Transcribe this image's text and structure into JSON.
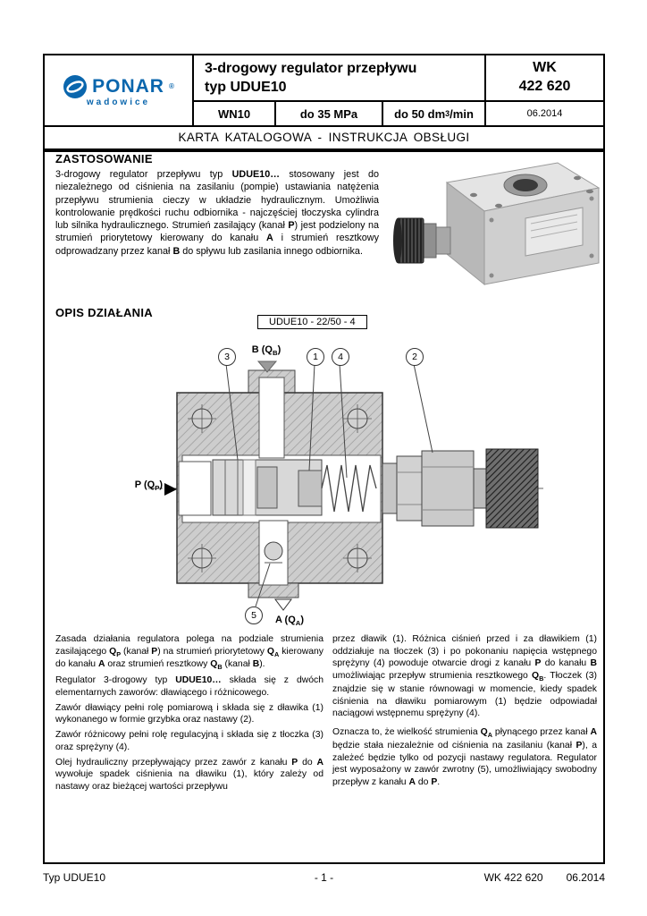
{
  "header": {
    "brand": "PONAR",
    "brand_reg": "®",
    "brand_sub": "wadowice",
    "title_line1": "3-drogowy regulator przepływu",
    "title_line2": "typ UDUE10",
    "wk_label": "WK",
    "wk_number": "422 620",
    "size": "WN10",
    "pressure": "do 35 MPa",
    "flow_base": "do 50 dm",
    "flow_sup": "3",
    "flow_tail": "/min",
    "date": "06.2014"
  },
  "band": "KARTA KATALOGOWA - INSTRUKCJA OBSŁUGI",
  "zastosowanie": {
    "heading": "ZASTOSOWANIE",
    "paragraph": [
      {
        "t": "3-drogowy regulator przepływu typ "
      },
      {
        "t": "UDUE10…",
        "b": true
      },
      {
        "t": " stosowany jest do niezależnego od ciśnienia na zasilaniu (pompie) ustawiania natężenia przepływu strumienia cieczy w układzie hydraulicznym. Umożliwia kontrolowanie prędkości ruchu odbiornika - najczęściej tłoczyska cylindra lub silnika hydraulicznego. Strumień zasilający (kanał "
      },
      {
        "t": "P",
        "b": true
      },
      {
        "t": ") jest podzielony na strumień priorytetowy kierowany do kanału "
      },
      {
        "t": "A",
        "b": true
      },
      {
        "t": " i strumień resztkowy odprowadzany przez kanał "
      },
      {
        "t": "B",
        "b": true
      },
      {
        "t": " do spływu lub zasilania innego odbiornika."
      }
    ]
  },
  "opis": {
    "heading": "OPIS DZIAŁANIA",
    "model_label": "UDUE10 - 22/50 - 4"
  },
  "diagram": {
    "callout_3": "3",
    "callout_1": "1",
    "callout_4": "4",
    "callout_2": "2",
    "callout_5": "5",
    "port_b": [
      {
        "t": "B (Q",
        "b": true
      },
      {
        "t": "B",
        "b": true,
        "sub": true
      },
      {
        "t": ")",
        "b": true
      }
    ],
    "port_p": [
      {
        "t": "P (Q",
        "b": true
      },
      {
        "t": "P",
        "b": true,
        "sub": true
      },
      {
        "t": ")",
        "b": true
      }
    ],
    "port_a": [
      {
        "t": "A (Q",
        "b": true
      },
      {
        "t": "A",
        "b": true,
        "sub": true
      },
      {
        "t": ")",
        "b": true
      }
    ]
  },
  "columns": {
    "left": [
      [
        {
          "t": "Zasada działania regulatora polega na podziale strumienia zasilającego "
        },
        {
          "t": "Q",
          "b": true
        },
        {
          "t": "P",
          "b": true,
          "sub": true
        },
        {
          "t": " (kanał "
        },
        {
          "t": "P",
          "b": true
        },
        {
          "t": ") na strumień priorytetowy "
        },
        {
          "t": "Q",
          "b": true
        },
        {
          "t": "A",
          "b": true,
          "sub": true
        },
        {
          "t": " kierowany do kanału "
        },
        {
          "t": "A",
          "b": true
        },
        {
          "t": " oraz strumień resztkowy "
        },
        {
          "t": "Q",
          "b": true
        },
        {
          "t": "B",
          "b": true,
          "sub": true
        },
        {
          "t": " (kanał "
        },
        {
          "t": "B",
          "b": true
        },
        {
          "t": ")."
        }
      ],
      [
        {
          "t": "Regulator 3-drogowy typ "
        },
        {
          "t": "UDUE10…",
          "b": true
        },
        {
          "t": " składa się z dwóch elementarnych zaworów: dławiącego i różnicowego."
        }
      ],
      [
        {
          "t": "Zawór dławiący pełni rolę pomiarową i składa się z dławika (1) wykonanego w formie grzybka oraz nastawy (2)."
        }
      ],
      [
        {
          "t": "Zawór różnicowy pełni rolę regulacyjną i składa się z tłoczka (3) oraz sprężyny (4)."
        }
      ],
      [
        {
          "t": "Olej hydrauliczny przepływający przez zawór z kanału "
        },
        {
          "t": "P",
          "b": true
        },
        {
          "t": " do "
        },
        {
          "t": "A",
          "b": true
        },
        {
          "t": " wywołuje spadek ciśnienia na dławiku (1), który zależy od nastawy oraz bieżącej wartości przepływu"
        }
      ]
    ],
    "right": [
      [
        {
          "t": "przez dławik (1). Różnica ciśnień przed i za dławikiem (1) oddziałuje na tłoczek (3) i po pokonaniu napięcia wstępnego sprężyny (4) powoduje otwarcie drogi z kanału "
        },
        {
          "t": "P",
          "b": true
        },
        {
          "t": " do kanału "
        },
        {
          "t": "B",
          "b": true
        },
        {
          "t": " umożliwiając przepływ strumienia resztkowego "
        },
        {
          "t": "Q",
          "b": true
        },
        {
          "t": "B",
          "b": true,
          "sub": true
        },
        {
          "t": ". Tłoczek (3) znajdzie się w stanie równowagi w momencie, kiedy spadek ciśnienia na dławiku pomiarowym (1) będzie odpowiadał naciągowi wstępnemu sprężyny (4)."
        }
      ],
      [
        {
          "t": "Oznacza to, że wielkość strumienia "
        },
        {
          "t": "Q",
          "b": true
        },
        {
          "t": "A",
          "b": true,
          "sub": true
        },
        {
          "t": " płynącego przez kanał "
        },
        {
          "t": "A",
          "b": true
        },
        {
          "t": " będzie stała niezależnie od ciśnienia na zasilaniu (kanał "
        },
        {
          "t": "P",
          "b": true
        },
        {
          "t": "), a zależeć będzie tylko od pozycji nastawy regulatora. Regulator jest wyposażony w zawór zwrotny (5), umożliwiający swobodny przepływ z kanału "
        },
        {
          "t": "A",
          "b": true
        },
        {
          "t": " do "
        },
        {
          "t": "P",
          "b": true
        },
        {
          "t": "."
        }
      ]
    ]
  },
  "footer": {
    "left": "Typ UDUE10",
    "center": "- 1 -",
    "right_wk": "WK 422 620",
    "right_date": "06.2014"
  }
}
